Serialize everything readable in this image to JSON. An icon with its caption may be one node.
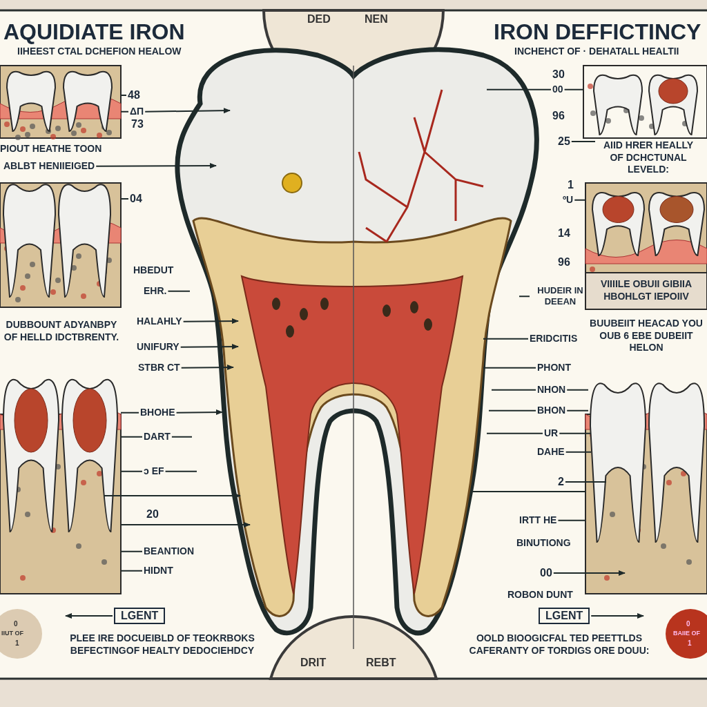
{
  "diagram": {
    "nodes": [
      {
        "text": [
          "48"
        ]
      },
      {
        "text": [
          "ΔΠ"
        ]
      },
      {
        "text": [
          "ABLBT HENIIEIGED"
        ]
      },
      {
        "text": [
          "04"
        ]
      },
      {
        "text": [
          "EHR."
        ]
      },
      {
        "text": [
          "HALAHLY"
        ]
      },
      {
        "text": [
          "UNIFURY"
        ]
      },
      {
        "text": [
          "STBR CT"
        ]
      },
      {
        "text": [
          "BHOHE"
        ]
      },
      {
        "text": [
          "DART"
        ]
      },
      {
        "text": [
          "ɔ EF"
        ]
      },
      {
        "text": [
          "BEANTION"
        ]
      },
      {
        "text": [
          "HIDNT"
        ]
      },
      {
        "text": [
          "LGENT"
        ]
      },
      {
        "text": [
          "00"
        ]
      },
      {
        "text": [
          "25"
        ]
      },
      {
        "text": [
          "AIID HRER HEALLY OF DCHCTUNAL LEVELD:"
        ]
      },
      {
        "text": [
          "ºU"
        ]
      },
      {
        "text": [
          "HUDEIR IN DEEAN"
        ]
      },
      {
        "text": [
          "ERIDCITIS"
        ]
      },
      {
        "text": [
          "PHONT"
        ]
      },
      {
        "text": [
          "NHON"
        ]
      },
      {
        "text": [
          "BHON"
        ]
      },
      {
        "text": [
          "UR"
        ]
      },
      {
        "text": [
          "DAHE"
        ]
      },
      {
        "text": [
          "2"
        ]
      },
      {
        "text": [
          "IRTT HE"
        ]
      },
      {
        "text": [
          "00"
        ]
      },
      {
        "text": [
          "LGENT"
        ]
      },
      {
        "text": [],
        "shape": "picture"
      },
      {
        "text": [],
        "shape": "picture"
      },
      {
        "text": [],
        "shape": "picture"
      },
      {
        "text": [],
        "shape": "picture"
      },
      {
        "text": [],
        "shape": "picture"
      },
      {
        "text": [],
        "shape": "picture"
      },
      {
        "text": [],
        "shape": "picture"
      }
    ],
    "edges": [
      {
        "from": 0,
        "to": 32,
        "arrow": "none"
      },
      {
        "from": 1,
        "to": 30,
        "arrow": "to"
      },
      {
        "from": 1,
        "to": 32,
        "arrow": "none"
      },
      {
        "from": 2,
        "to": 30,
        "arrow": "to"
      },
      {
        "from": 3,
        "to": 33,
        "arrow": "none"
      },
      {
        "from": 4,
        "to": 30,
        "arrow": "none"
      },
      {
        "from": 5,
        "to": 30,
        "arrow": "to"
      },
      {
        "from": 6,
        "to": 30,
        "arrow": "to"
      },
      {
        "from": 7,
        "to": 30,
        "arrow": "to"
      },
      {
        "from": 8,
        "to": 30,
        "arrow": "to"
      },
      {
        "from": 8,
        "to": 29,
        "arrow": "none"
      },
      {
        "from": 9,
        "to": 30,
        "arrow": "none"
      },
      {
        "from": 9,
        "to": 29,
        "arrow": "none"
      },
      {
        "from": 10,
        "to": 30,
        "arrow": "none"
      },
      {
        "from": 10,
        "to": 29,
        "arrow": "none"
      },
      {
        "from": 29,
        "to": 30,
        "arrow": "to"
      },
      {
        "from": 29,
        "to": 30,
        "arrow": "to"
      },
      {
        "from": 11,
        "to": 29,
        "arrow": "none"
      },
      {
        "from": 12,
        "to": 29,
        "arrow": "none"
      },
      {
        "from": 13,
        "to": null,
        "arrow": "to"
      },
      {
        "from": 14,
        "to": 30,
        "arrow": "none"
      },
      {
        "from": 14,
        "to": 34,
        "arrow": "none"
      },
      {
        "from": 15,
        "to": 16,
        "arrow": "none"
      },
      {
        "from": 17,
        "to": 35,
        "arrow": "none"
      },
      {
        "from": 18,
        "to": 30,
        "arrow": "none"
      },
      {
        "from": 19,
        "to": 30,
        "arrow": "none"
      },
      {
        "from": 20,
        "to": 30,
        "arrow": "none"
      },
      {
        "from": 21,
        "to": 30,
        "arrow": "none"
      },
      {
        "from": 21,
        "to": 31,
        "arrow": "none"
      },
      {
        "from": 22,
        "to": 30,
        "arrow": "none"
      },
      {
        "from": 22,
        "to": 31,
        "arrow": "none"
      },
      {
        "from": 23,
        "to": 30,
        "arrow": "none"
      },
      {
        "from": 23,
        "to": 31,
        "arrow": "none"
      },
      {
        "from": 24,
        "to": 31,
        "arrow": "none"
      },
      {
        "from": 25,
        "to": 31,
        "arrow": "none"
      },
      {
        "from": 30,
        "to": 31,
        "arrow": "none"
      },
      {
        "from": 26,
        "to": 31,
        "arrow": "none"
      },
      {
        "from": 27,
        "to": 31,
        "arrow": "to"
      },
      {
        "from": 28,
        "to": null,
        "arrow": "to"
      }
    ],
    "labels": [
      "AQUIDIATE IRON",
      "IIHEEST CTAL DCHEFION HEALOW",
      "DED",
      "NEN",
      "IRON DEFFICTINCY",
      "INCHEHCT OF · DEHATALL HEALTII",
      "73",
      "PIOUT HEATHE TOON",
      "30",
      "96",
      "1",
      "14",
      "96",
      "VIIIILE OBUII GIBIIA HBOHLGT IEPOIIV",
      "HBEDUT",
      "DUBBOUNT ADYANBPY OF HELLD IDCTBRENTY.",
      "BUUBEIIT HEACAD YOU OUB 6 EBE DUBEIIT HELON",
      "20",
      "BINUTIONG",
      "ROBON DUNT",
      "PLEE IRE DOCUEIBLD OF TEOKRBOKS BEFECTINGOF HEALTY DEDOCIEHDCY",
      "OOLD BIOOGICFAL TED PEETTLDS CAFERANTY OF TORDIGS ORE DOUU:",
      "0",
      "IIUT OF",
      "1",
      "DRIT",
      "REBT",
      "0",
      "BAIIE OF",
      "1"
    ]
  }
}
